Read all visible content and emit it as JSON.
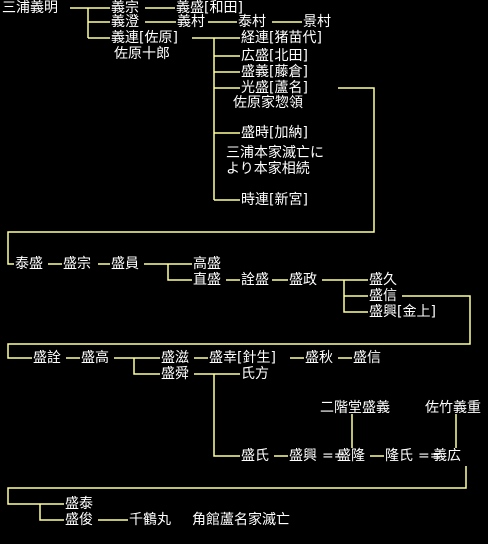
{
  "colors": {
    "background": "#000000",
    "text": "#ffffff",
    "line": "#ffff99"
  },
  "labels": {
    "yoshiaki": "三浦義明",
    "yoshimune": "義宗",
    "yoshimori_wada": "義盛[和田]",
    "yoshizumi": "義澄",
    "yoshimura": "義村",
    "yasumura": "泰村",
    "kagemura": "景村",
    "yoshitsura": "義連[佐原]",
    "sawara_juro": "佐原十郎",
    "tsuneyori": "経連[猪苗代]",
    "hiromori": "広盛[北田]",
    "moriyoshi": "盛義[藤倉]",
    "mitsumori": "光盛[蘆名]",
    "sawara_soryo": "佐原家惣領",
    "moritoki": "盛時[加納]",
    "moritoki_note1": "三浦本家滅亡に",
    "moritoki_note2": "より本家相続",
    "tokitsura": "時連[新宮]",
    "yasumori": "泰盛",
    "morimune": "盛宗",
    "morikazu": "盛員",
    "takamori": "高盛",
    "naomori": "直盛",
    "akimori": "詮盛",
    "morimasa": "盛政",
    "morihisa": "盛久",
    "morinobu1": "盛信",
    "moriharu_kanaue": "盛興[金上]",
    "moriaki": "盛詮",
    "moritaka": "盛高",
    "morishige": "盛滋",
    "moriyuki": "盛幸[針生]",
    "moriaki2": "盛秋",
    "morinobu2": "盛信",
    "morikiyo": "盛舜",
    "ujikata": "氏方",
    "nikaido": "二階堂盛義",
    "satake": "佐竹義重",
    "moriuji": "盛氏",
    "morioki2": "盛興",
    "moritaka2": "盛隆",
    "takauji": "隆氏",
    "yoshihiro": "義広",
    "moriyasu": "盛泰",
    "moritoshi": "盛俊",
    "senzurumaru": "千鶴丸",
    "ending": "角館蘆名家滅亡"
  }
}
